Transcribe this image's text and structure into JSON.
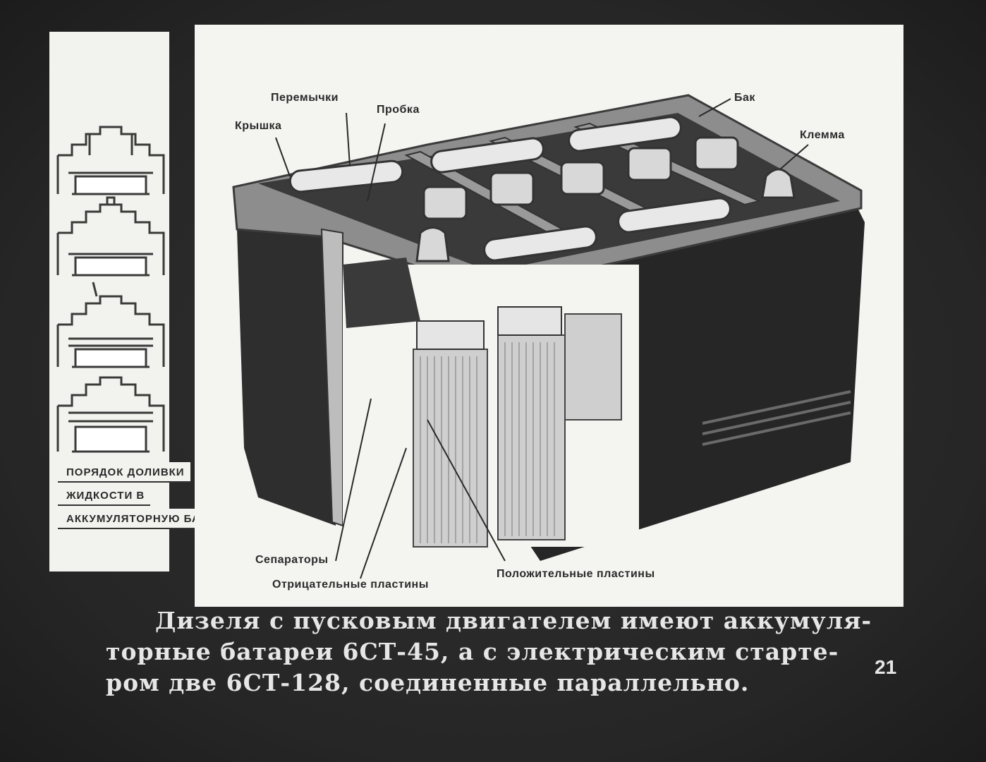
{
  "side_caption": {
    "line1": "ПОРЯДОК ДОЛИВКИ",
    "line2": "ЖИДКОСТИ В",
    "line3": "АККУМУЛЯТОРНУЮ БАТАРЕЮ"
  },
  "labels": {
    "peremychki": "Перемычки",
    "probka": "Пробка",
    "kryshka": "Крышка",
    "bak": "Бак",
    "klemma": "Клемма",
    "separatory": "Сепараторы",
    "otricatelnye": "Отрицательные пластины",
    "polozhitelnye": "Положительные пластины"
  },
  "body_text": {
    "line1": "Дизеля с пусковым двигателем имеют аккумуля-",
    "line2": "торные батареи 6СТ-45, а с электрическим старте-",
    "line3": "ром две 6СТ-128, соединенные параллельно."
  },
  "page_number": "21",
  "colors": {
    "background": "#2b2b2b",
    "panel": "#f4f4f1",
    "text_light": "#e6e6e6",
    "ink": "#2a2a2a"
  }
}
